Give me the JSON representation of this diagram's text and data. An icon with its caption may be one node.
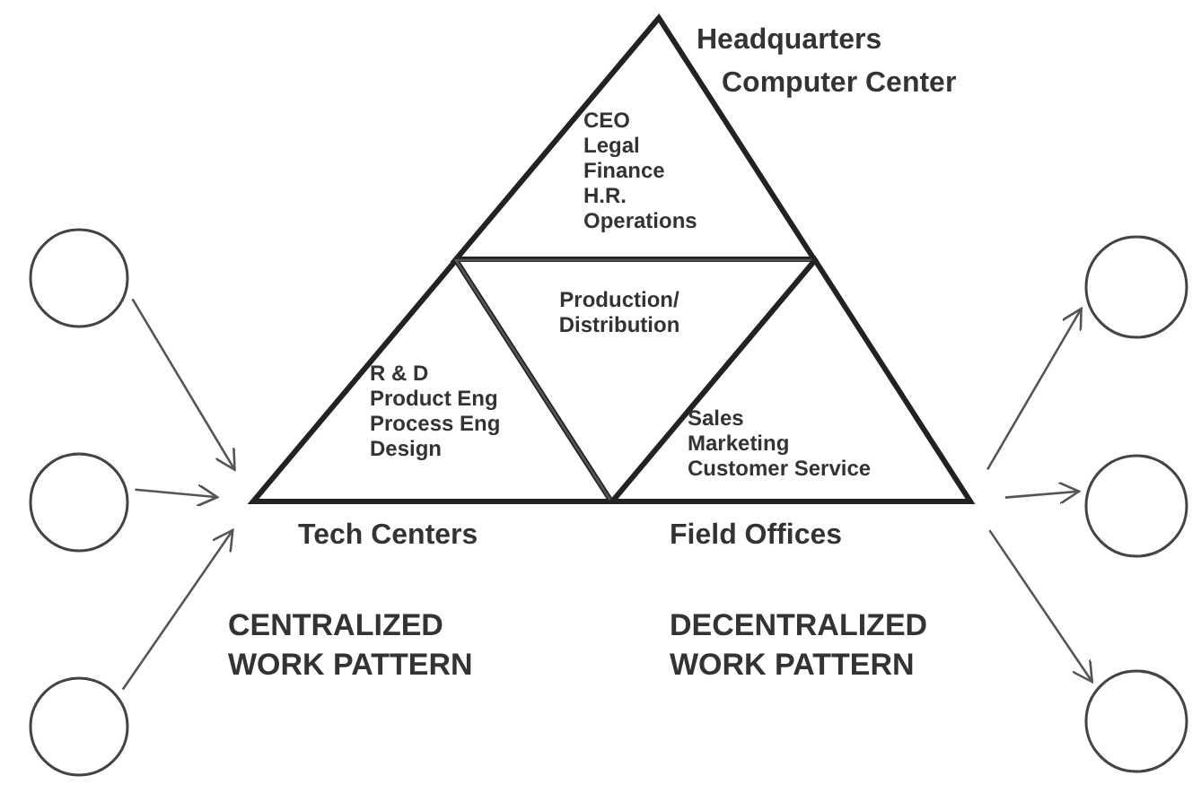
{
  "diagram": {
    "nodes": [
      {
        "text": [
          "CEO",
          "Legal",
          "Finance",
          "H.R.",
          "Operations"
        ],
        "beside": [
          "Headquarters"
        ]
      },
      {
        "text": [
          "R & D",
          "Product Eng",
          "Process Eng",
          "Design"
        ],
        "beside": [
          "Tech Centers"
        ]
      },
      {
        "text": [
          "Production/ Distribution"
        ]
      },
      {
        "text": [
          "Sales",
          "Marketing",
          "Customer Service"
        ],
        "beside": [
          "Field Offices"
        ]
      },
      {
        "text": [],
        "shape": "circle"
      },
      {
        "text": [],
        "shape": "circle"
      },
      {
        "text": [],
        "shape": "circle"
      },
      {
        "text": [],
        "shape": "circle"
      },
      {
        "text": [],
        "shape": "circle"
      },
      {
        "text": [],
        "shape": "circle"
      }
    ],
    "edges": [
      {
        "from": 4,
        "to": 1,
        "arrow": "to"
      },
      {
        "from": 5,
        "to": 1,
        "arrow": "to"
      },
      {
        "from": 6,
        "to": 1,
        "arrow": "to"
      },
      {
        "from": 3,
        "to": 7,
        "arrow": "to"
      },
      {
        "from": 3,
        "to": 8,
        "arrow": "to"
      },
      {
        "from": 3,
        "to": 9,
        "arrow": "to"
      }
    ],
    "labels": [
      "Computer Center",
      "CENTRALIZED WORK PATTERN",
      "DECENTRALIZED WORK PATTERN"
    ]
  }
}
